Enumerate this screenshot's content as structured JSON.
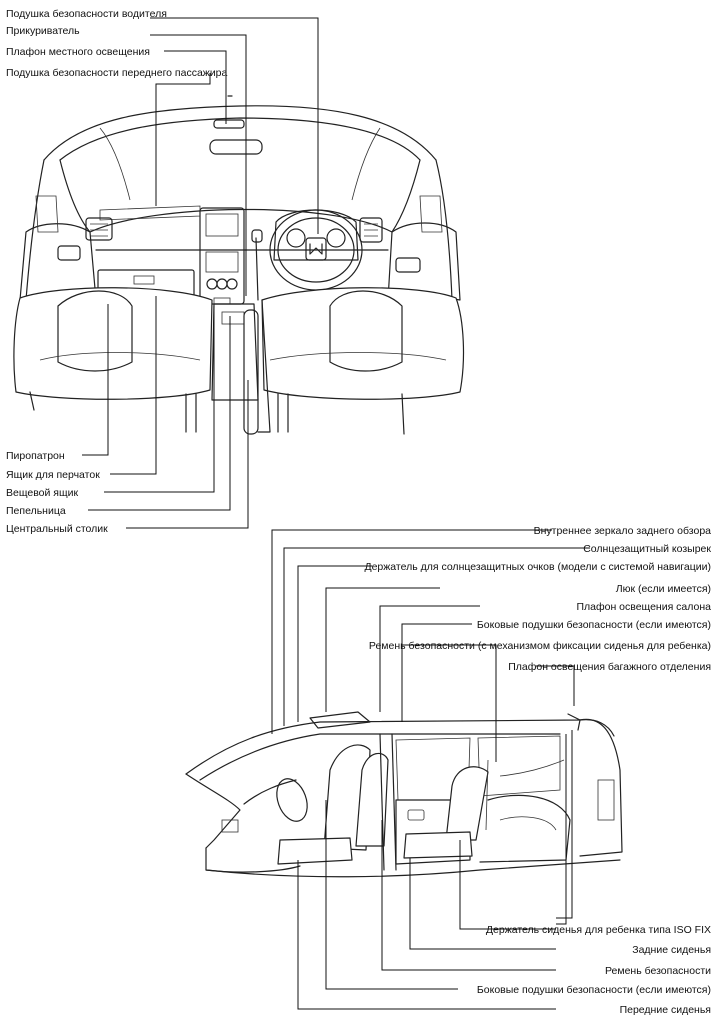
{
  "front_view": {
    "labels_top": [
      "Подушка безопасности водителя",
      "Прикуриватель",
      "Плафон местного освещения",
      "Подушка безопасности переднего пассажира"
    ],
    "labels_bottom": [
      "Пиропатрон",
      "Ящик для перчаток",
      "Вещевой ящик",
      "Пепельница",
      "Центральный столик"
    ]
  },
  "side_view": {
    "labels_top": [
      "Внутреннее зеркало заднего обзора",
      "Солнцезащитный козырек",
      "Держатель для солнцезащитных очков (модели с системой навигации)",
      "Люк (если имеется)",
      "Плафон освещения салона",
      "Боковые подушки безопасности (если имеются)",
      "Ремень безопасности (с механизмом фиксации сиденья для ребенка)",
      "Плафон освещения багажного отделения"
    ],
    "labels_bottom": [
      "Держатель сиденья для ребенка типа ISO FIX",
      "Задние сиденья",
      "Ремень безопасности",
      "Боковые подушки безопасности (если имеются)",
      "Передние сиденья"
    ]
  }
}
